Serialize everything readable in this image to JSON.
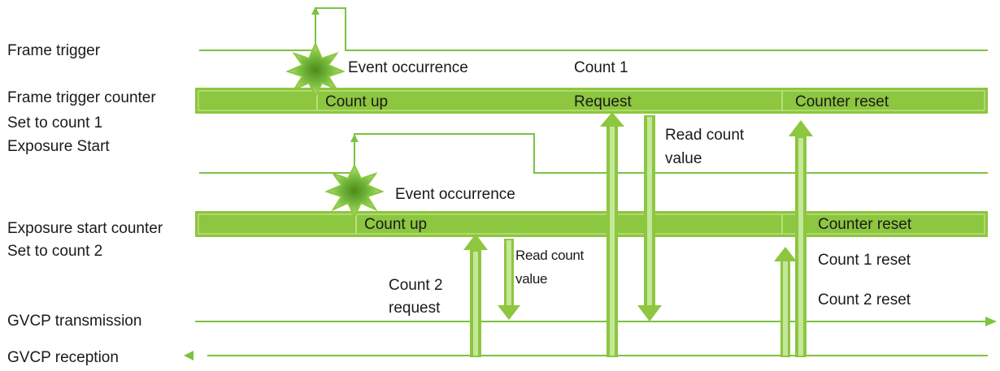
{
  "signals": {
    "frame_trigger": "Frame trigger",
    "frame_trigger_counter": "Frame trigger counter",
    "frame_counter_set": "Set to count 1",
    "exposure_start": "Exposure Start",
    "exposure_start_counter": "Exposure start counter",
    "exposure_counter_set": "Set to count 2",
    "gvcp_transmission": "GVCP transmission",
    "gvcp_reception": "GVCP reception"
  },
  "annotations": {
    "event_occurrence_1": "Event occurrence",
    "event_occurrence_2": "Event occurrence",
    "count_1": "Count 1",
    "count_up_1": "Count up",
    "request": "Request",
    "counter_reset_1": "Counter reset",
    "read_count_value_1_line1": "Read count",
    "read_count_value_1_line2": "value",
    "count_up_2": "Count up",
    "counter_reset_2": "Counter reset",
    "read_count_value_2_line1": "Read count",
    "read_count_value_2_line2": "value",
    "count_2_request_line1": "Count 2",
    "count_2_request_line2": "request",
    "count_1_reset": "Count 1 reset",
    "count_2_reset": "Count 2 reset"
  },
  "colors": {
    "bar": "#8dc63f",
    "bar_dark": "#6aa82a",
    "line": "#7cc243",
    "star_outer": "#8dc63f",
    "star_inner": "#5a9a1f",
    "text": "#1a1a1a"
  }
}
